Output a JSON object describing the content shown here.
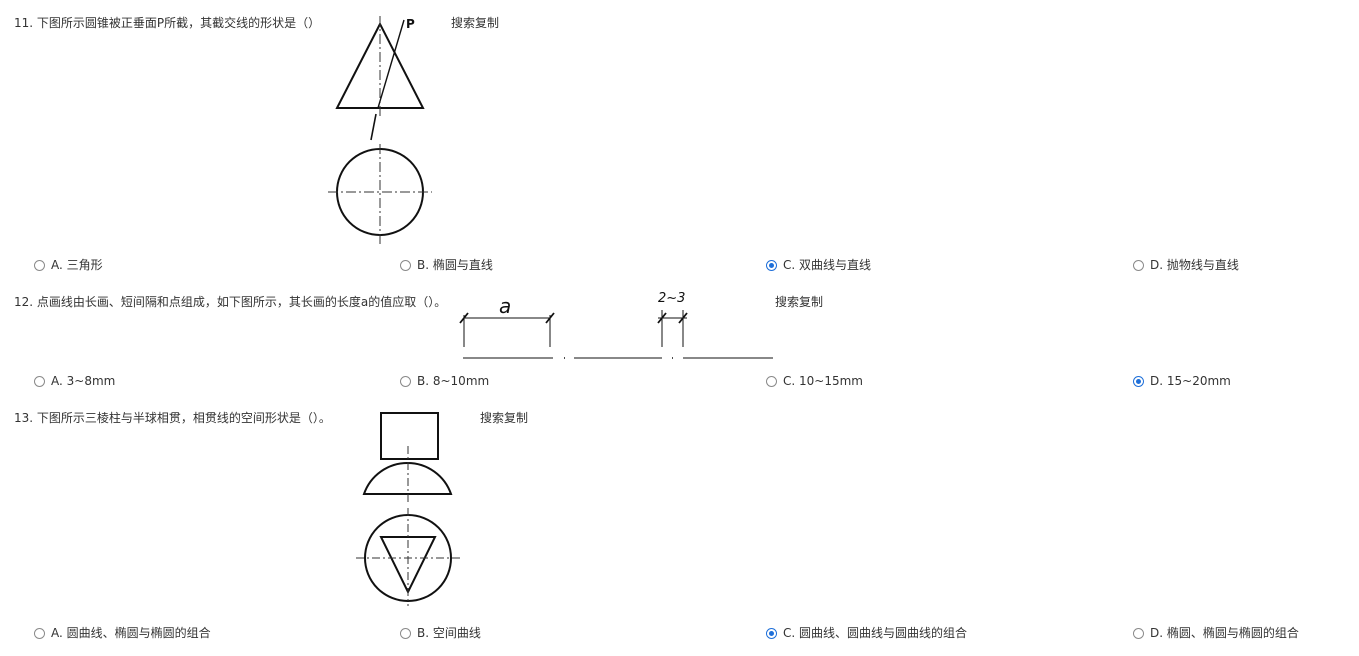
{
  "search_label": "搜索复制",
  "accent_color": "#1e6fd9",
  "questions": [
    {
      "text": "11. 下图所示圆锥被正垂面P所截，其截交线的形状是（）",
      "figure_label": "P",
      "options": [
        {
          "label": "A. 三角形",
          "selected": false
        },
        {
          "label": "B. 椭圆与直线",
          "selected": false
        },
        {
          "label": "C. 双曲线与直线",
          "selected": true
        },
        {
          "label": "D. 抛物线与直线",
          "selected": false
        }
      ]
    },
    {
      "text": "12. 点画线由长画、短间隔和点组成，如下图所示，其长画的长度a的值应取（）。",
      "figure_label_a": "a",
      "figure_label_gap": "2~3",
      "options": [
        {
          "label": "A. 3~8mm",
          "selected": false
        },
        {
          "label": "B. 8~10mm",
          "selected": false
        },
        {
          "label": "C. 10~15mm",
          "selected": false
        },
        {
          "label": "D. 15~20mm",
          "selected": true
        }
      ]
    },
    {
      "text": "13. 下图所示三棱柱与半球相贯，相贯线的空间形状是（）。",
      "options": [
        {
          "label": "A. 圆曲线、椭圆与椭圆的组合",
          "selected": false
        },
        {
          "label": "B. 空间曲线",
          "selected": false
        },
        {
          "label": "C. 圆曲线、圆曲线与圆曲线的组合",
          "selected": true
        },
        {
          "label": "D. 椭圆、椭圆与椭圆的组合",
          "selected": false
        }
      ]
    }
  ]
}
